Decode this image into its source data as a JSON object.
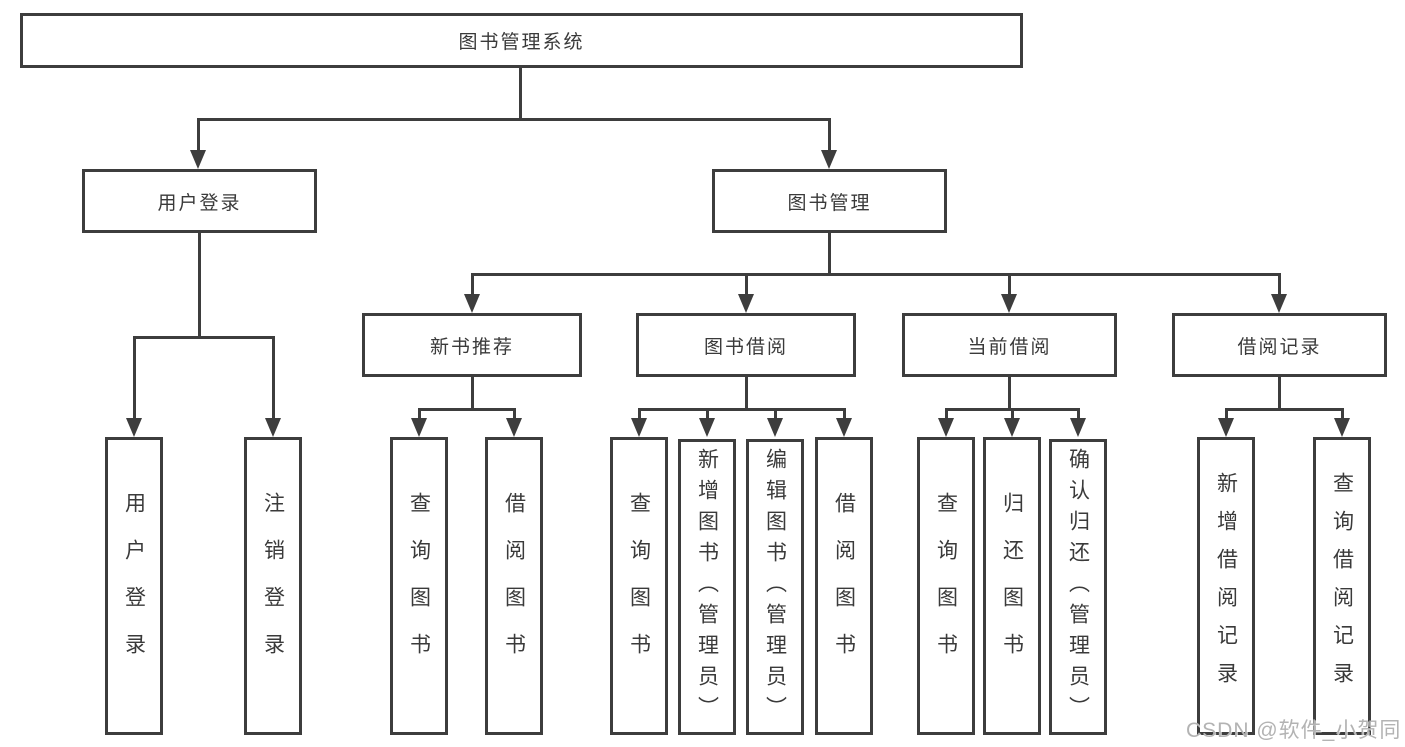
{
  "diagram": {
    "root": {
      "label": "图书管理系统"
    },
    "level2": {
      "user_login": {
        "label": "用户登录"
      },
      "book_mgmt": {
        "label": "图书管理"
      }
    },
    "level3": {
      "new_book_rec": {
        "label": "新书推荐"
      },
      "book_borrow": {
        "label": "图书借阅"
      },
      "current_borrow": {
        "label": "当前借阅"
      },
      "borrow_record": {
        "label": "借阅记录"
      }
    },
    "leaves": {
      "user_login_leaf": {
        "label": "用户登录"
      },
      "logout_leaf": {
        "label": "注销登录"
      },
      "rec_query_book": {
        "label": "查询图书"
      },
      "rec_borrow_book": {
        "label": "借阅图书"
      },
      "borrow_query_book": {
        "label": "查询图书"
      },
      "borrow_add_book": {
        "label": "新增图书（管理员）"
      },
      "borrow_edit_book": {
        "label": "编辑图书（管理员）"
      },
      "borrow_borrow_book": {
        "label": "借阅图书"
      },
      "current_query_book": {
        "label": "查询图书"
      },
      "current_return_book": {
        "label": "归还图书"
      },
      "current_confirm_return": {
        "label": "确认归还（管理员）"
      },
      "record_add": {
        "label": "新增借阅记录"
      },
      "record_query": {
        "label": "查询借阅记录"
      }
    }
  },
  "watermark": "CSDN @软件_小贺同学",
  "colors": {
    "line": "#3d3d3d",
    "text": "#3a3a3a",
    "watermark": "#b3b3b3",
    "background": "#ffffff"
  }
}
